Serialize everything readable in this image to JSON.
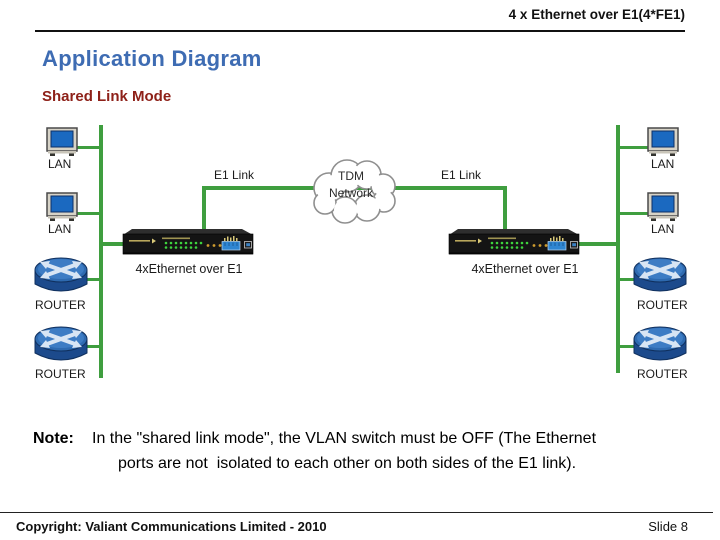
{
  "header": {
    "product_title": "4 x Ethernet over E1(4*FE1)"
  },
  "slide": {
    "title": "Application Diagram",
    "subtitle": "Shared Link Mode"
  },
  "diagram": {
    "labels": {
      "lan": "LAN",
      "router": "ROUTER",
      "device": "4xEthernet over E1",
      "e1_link": "E1 Link"
    },
    "cloud": {
      "line1": "TDM",
      "line2": "Network"
    }
  },
  "note": {
    "label": "Note:",
    "line1": "In the \"shared link mode\", the VLAN switch must be OFF (The Ethernet",
    "line2": "ports are not  isolated to each other on both sides of the E1 link)."
  },
  "footer": {
    "copyright": "Copyright: Valiant Communications Limited - 2010",
    "slide_number": "Slide 8"
  },
  "colors": {
    "title_blue": "#3E6CB3",
    "subtitle_red": "#8E2119",
    "link_green": "#3F9E3F",
    "label_dark": "#1A1A1A"
  }
}
